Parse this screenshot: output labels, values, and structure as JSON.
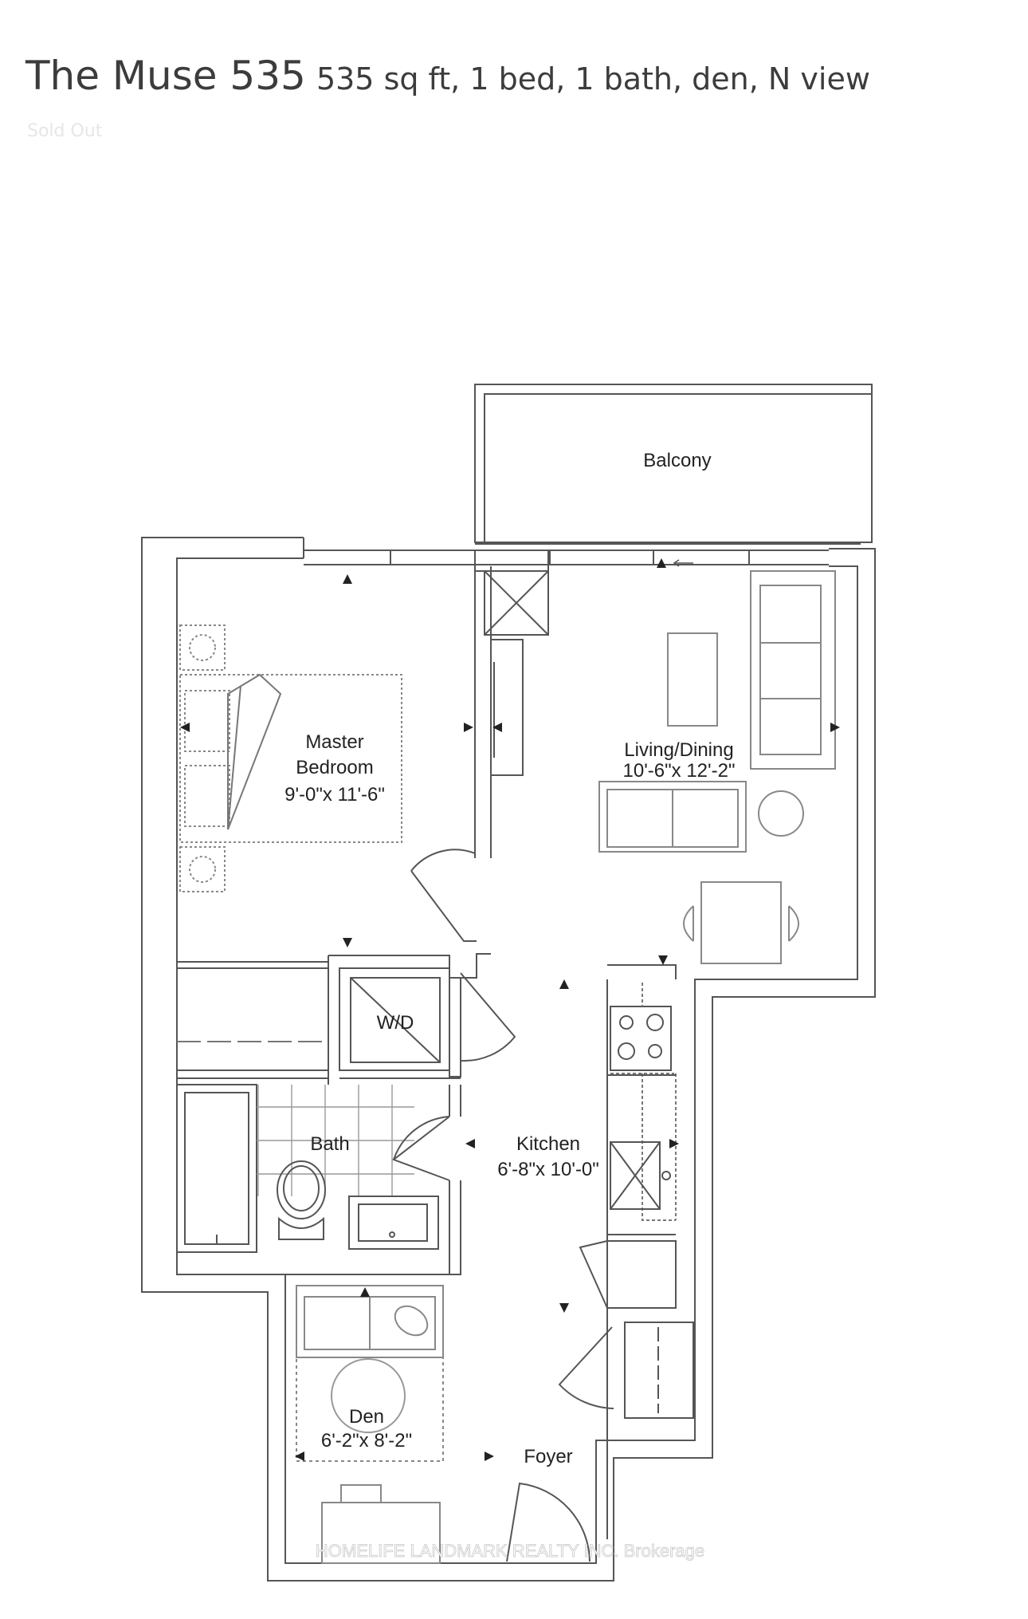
{
  "listing": {
    "title": "The Muse 535",
    "details": "535 sq ft, 1 bed, 1 bath, den, N view",
    "status": "Sold Out"
  },
  "rooms": {
    "balcony": {
      "label": "Balcony"
    },
    "master_bedroom": {
      "label_line1": "Master",
      "label_line2": "Bedroom",
      "size": "9'-0\"x 11'-6\""
    },
    "living_dining": {
      "label": "Living/Dining",
      "size": "10'-6\"x 12'-2\""
    },
    "wd": {
      "label": "W/D"
    },
    "bath": {
      "label": "Bath"
    },
    "kitchen": {
      "label": "Kitchen",
      "size": "6'-8\"x 10'-0\""
    },
    "den": {
      "label": "Den",
      "size": "6'-2\"x 8'-2\""
    },
    "foyer": {
      "label": "Foyer"
    }
  },
  "watermark": "HOMELIFE LANDMARK REALTY INC. Brokerage"
}
